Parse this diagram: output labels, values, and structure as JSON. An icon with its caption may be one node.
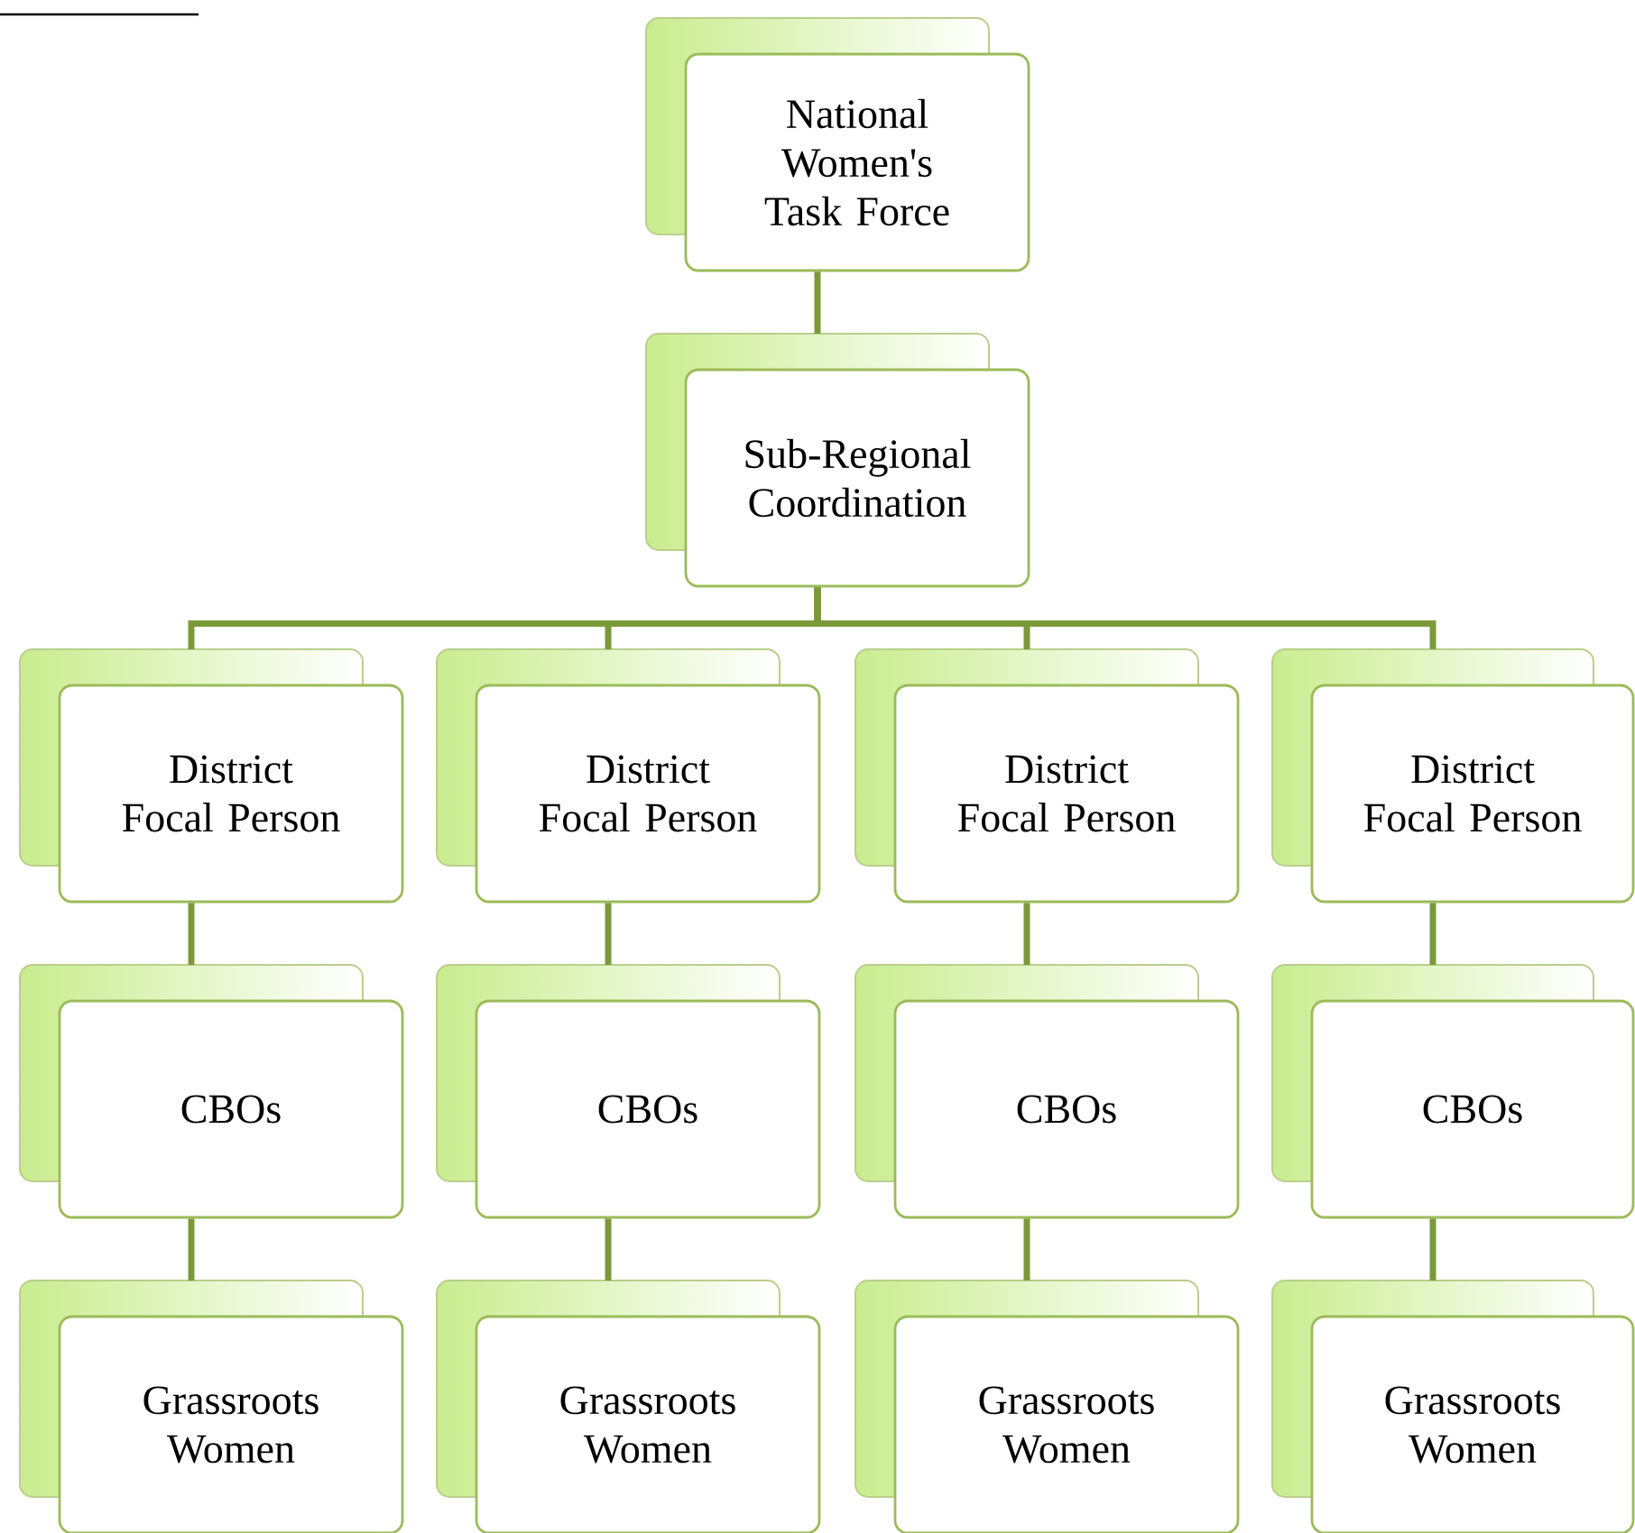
{
  "diagram": {
    "nodes": [
      {
        "text": [
          "National Women's Task Force"
        ]
      },
      {
        "text": [
          "Sub-Regional Coordination"
        ]
      },
      {
        "text": [
          "District Focal Person"
        ]
      },
      {
        "text": [
          "District Focal Person"
        ]
      },
      {
        "text": [
          "District Focal Person"
        ]
      },
      {
        "text": [
          "District Focal Person"
        ]
      },
      {
        "text": [
          "CBOs"
        ]
      },
      {
        "text": [
          "CBOs"
        ]
      },
      {
        "text": [
          "CBOs"
        ]
      },
      {
        "text": [
          "CBOs"
        ]
      },
      {
        "text": [
          "Grassroots Women"
        ]
      },
      {
        "text": [
          "Grassroots Women"
        ]
      },
      {
        "text": [
          "Grassroots Women"
        ]
      },
      {
        "text": [
          "Grassroots Women"
        ]
      }
    ],
    "edges": [
      {
        "from": 0,
        "to": 1,
        "arrow": "none"
      },
      {
        "from": 1,
        "to": 2,
        "arrow": "none"
      },
      {
        "from": 1,
        "to": 3,
        "arrow": "none"
      },
      {
        "from": 1,
        "to": 4,
        "arrow": "none"
      },
      {
        "from": 1,
        "to": 5,
        "arrow": "none"
      },
      {
        "from": 2,
        "to": 6,
        "arrow": "none"
      },
      {
        "from": 3,
        "to": 7,
        "arrow": "none"
      },
      {
        "from": 4,
        "to": 8,
        "arrow": "none"
      },
      {
        "from": 5,
        "to": 9,
        "arrow": "none"
      },
      {
        "from": 6,
        "to": 10,
        "arrow": "none"
      },
      {
        "from": 7,
        "to": 11,
        "arrow": "none"
      },
      {
        "from": 8,
        "to": 12,
        "arrow": "none"
      },
      {
        "from": 9,
        "to": 13,
        "arrow": "none"
      }
    ]
  }
}
